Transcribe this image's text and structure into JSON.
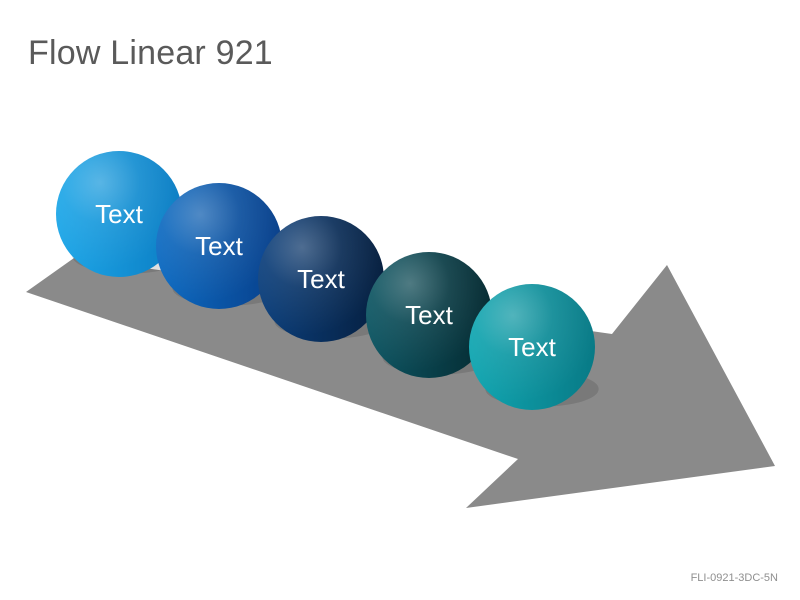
{
  "title": "Flow Linear 921",
  "code": "FLI-0921-3DC-5N",
  "arrow": {
    "color": "#8a8a8a"
  },
  "steps": [
    {
      "label": "Text",
      "color_light": "#1ea7e8",
      "color_dark": "#0b7dc3"
    },
    {
      "label": "Text",
      "color_light": "#0d6bc2",
      "color_dark": "#083f8a"
    },
    {
      "label": "Text",
      "color_light": "#0b3f7c",
      "color_dark": "#061f3f"
    },
    {
      "label": "Text",
      "color_light": "#0d5663",
      "color_dark": "#052a31"
    },
    {
      "label": "Text",
      "color_light": "#10a6b1",
      "color_dark": "#087a86"
    }
  ]
}
